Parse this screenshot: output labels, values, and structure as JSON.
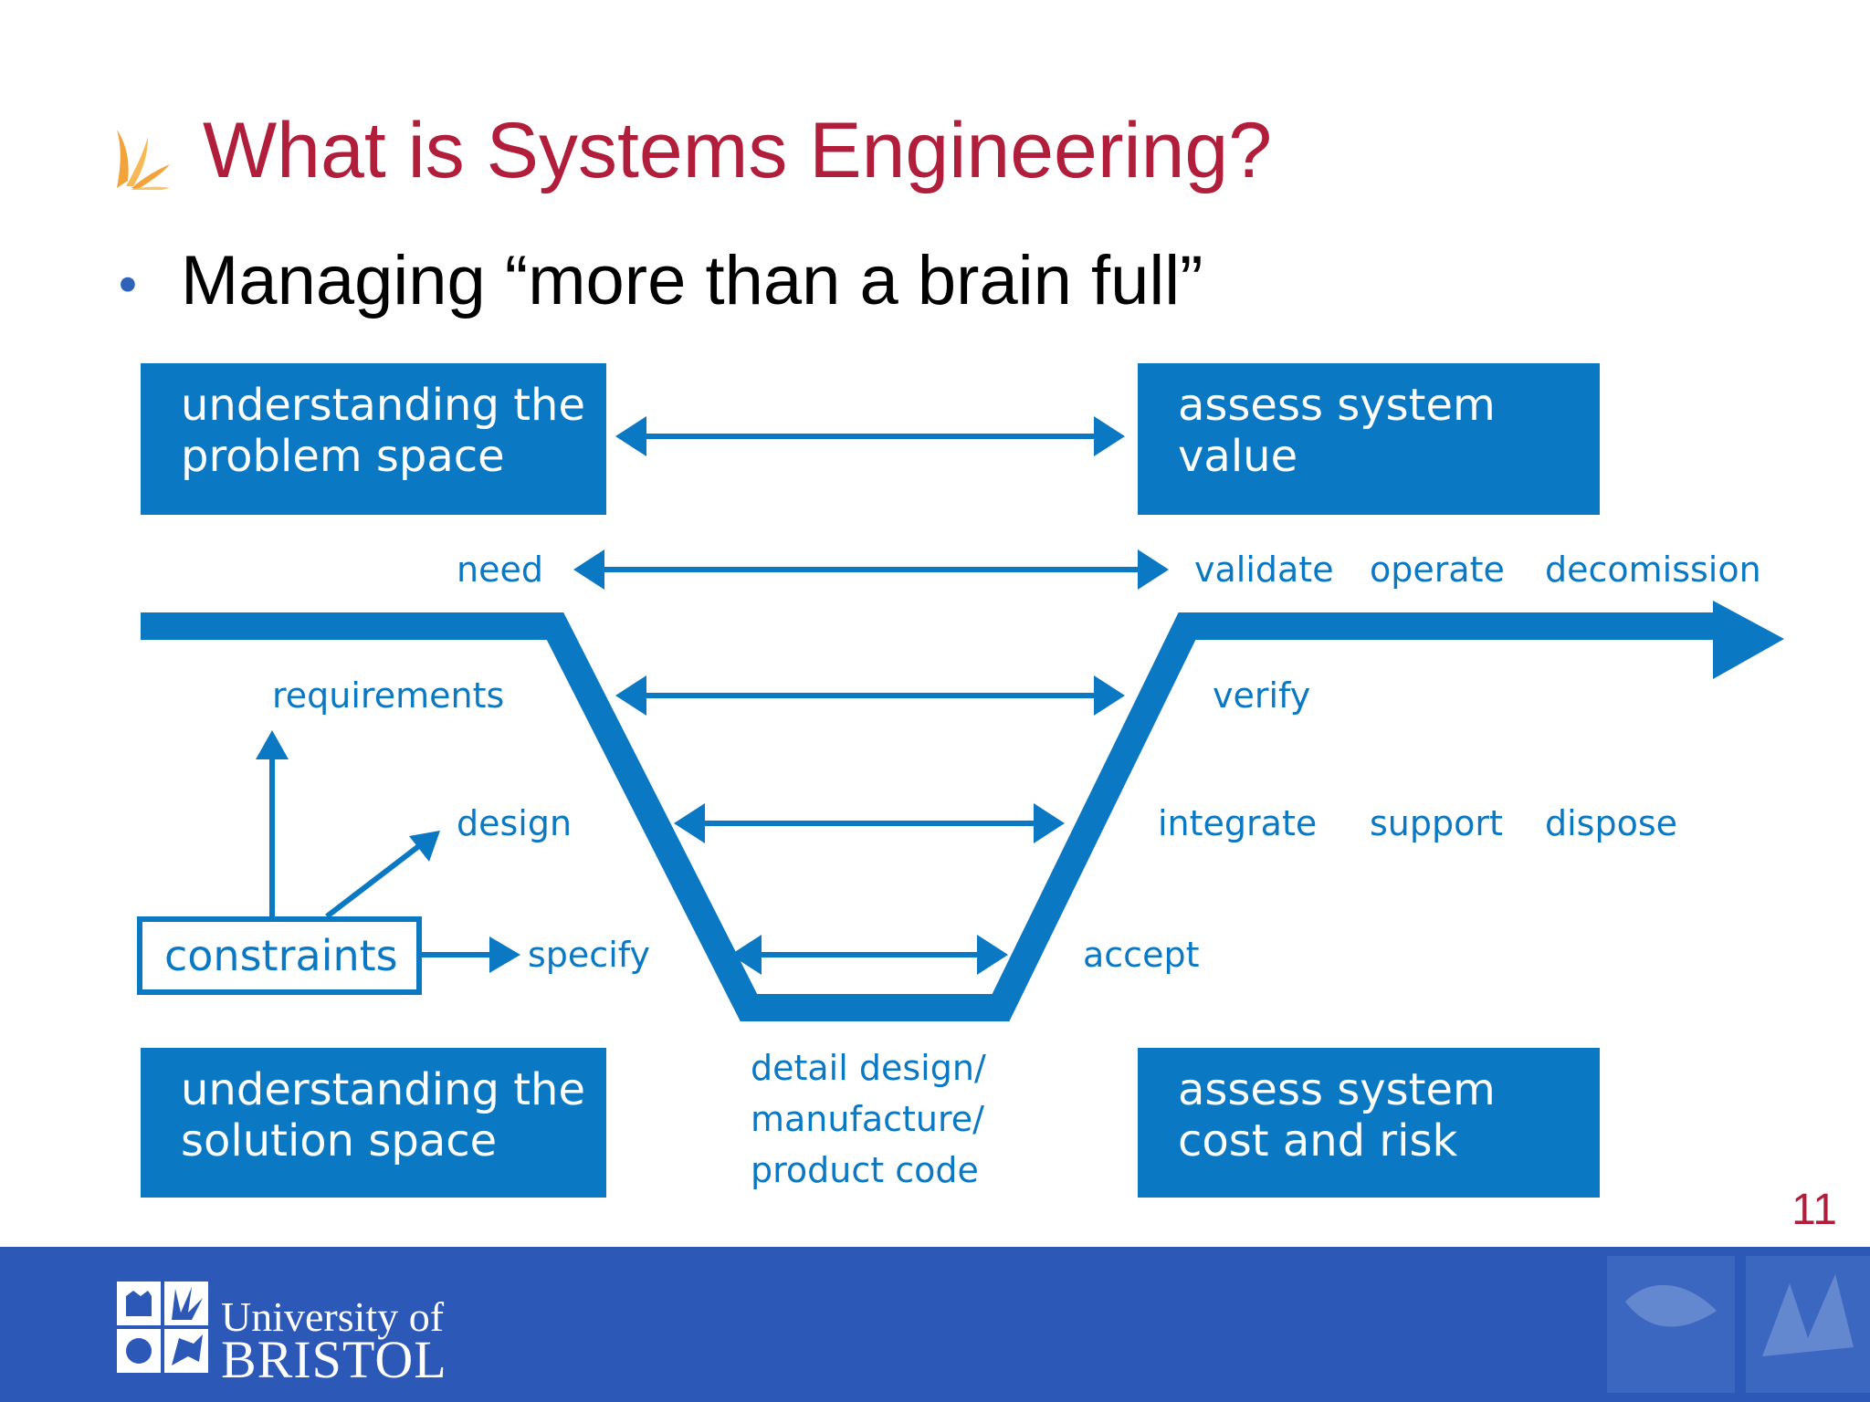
{
  "slide": {
    "title": "What is Systems Engineering?",
    "bullet": "Managing “more than a brain full”",
    "page_number": "11"
  },
  "diagram": {
    "boxes": {
      "problem_space": [
        "understanding the",
        "problem space"
      ],
      "system_value": [
        "assess system",
        "value"
      ],
      "solution_space": [
        "understanding the",
        "solution space"
      ],
      "cost_risk": [
        "assess system",
        "cost and risk"
      ]
    },
    "left_labels": {
      "need": "need",
      "requirements": "requirements",
      "design": "design",
      "specify": "specify"
    },
    "right_labels": {
      "validate": "validate",
      "operate": "operate",
      "decomission": "decomission",
      "verify": "verify",
      "integrate": "integrate",
      "support": "support",
      "dispose": "dispose",
      "accept": "accept"
    },
    "bottom_label": [
      "detail design/",
      "manufacture/",
      "product code"
    ],
    "constraints": "constraints",
    "color": "#0a78c2"
  },
  "footer": {
    "university_line1": "University of",
    "university_line2": "BRISTOL",
    "background": "#2c58b8"
  },
  "colors": {
    "title": "#b11e3b",
    "bullet_dot": "#2f63b8"
  }
}
